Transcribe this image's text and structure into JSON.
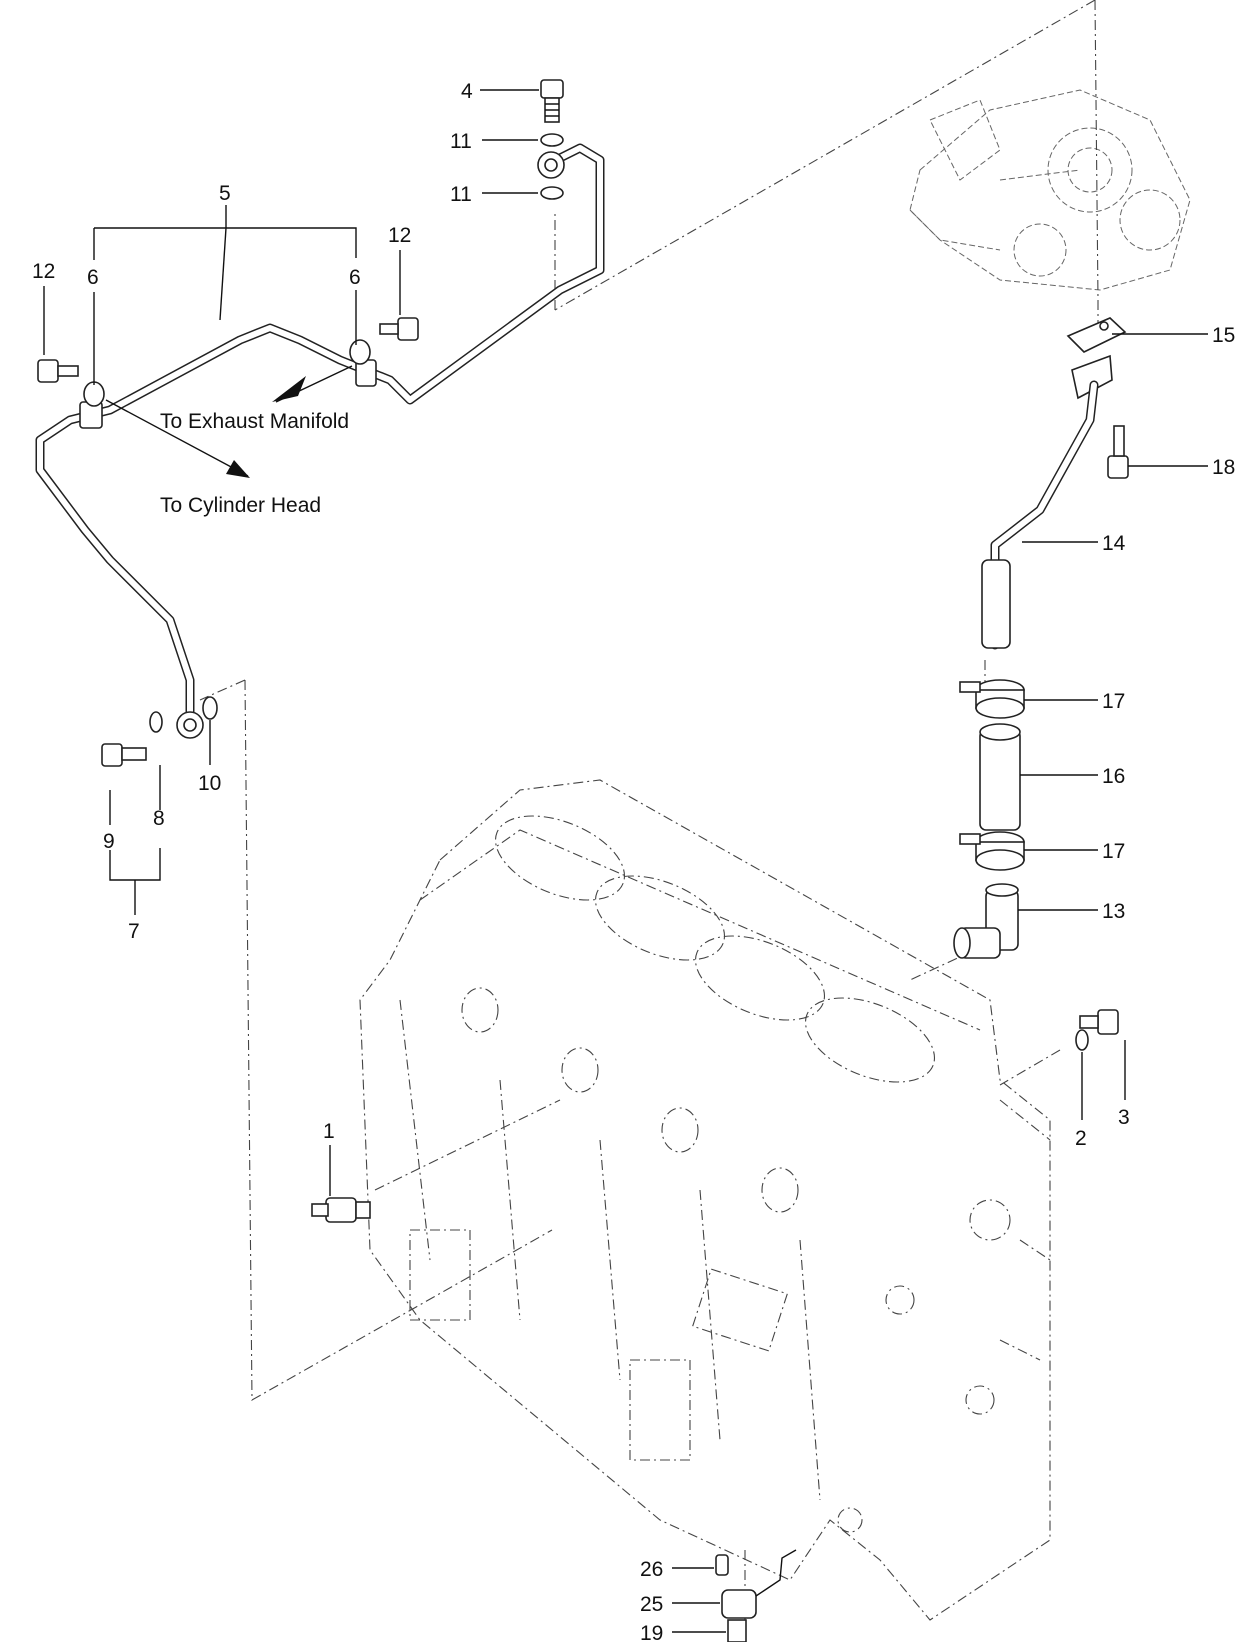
{
  "callouts": {
    "c1": "1",
    "c2": "2",
    "c3": "3",
    "c4": "4",
    "c5": "5",
    "c6a": "6",
    "c6b": "6",
    "c7": "7",
    "c8": "8",
    "c9": "9",
    "c10": "10",
    "c11a": "11",
    "c11b": "11",
    "c12a": "12",
    "c12b": "12",
    "c13": "13",
    "c14": "14",
    "c15": "15",
    "c16": "16",
    "c17a": "17",
    "c17b": "17",
    "c18": "18",
    "c19": "19",
    "c25": "25",
    "c26": "26"
  },
  "notes": {
    "exhaust": "To Exhaust Manifold",
    "cylinder": "To Cylinder Head"
  }
}
